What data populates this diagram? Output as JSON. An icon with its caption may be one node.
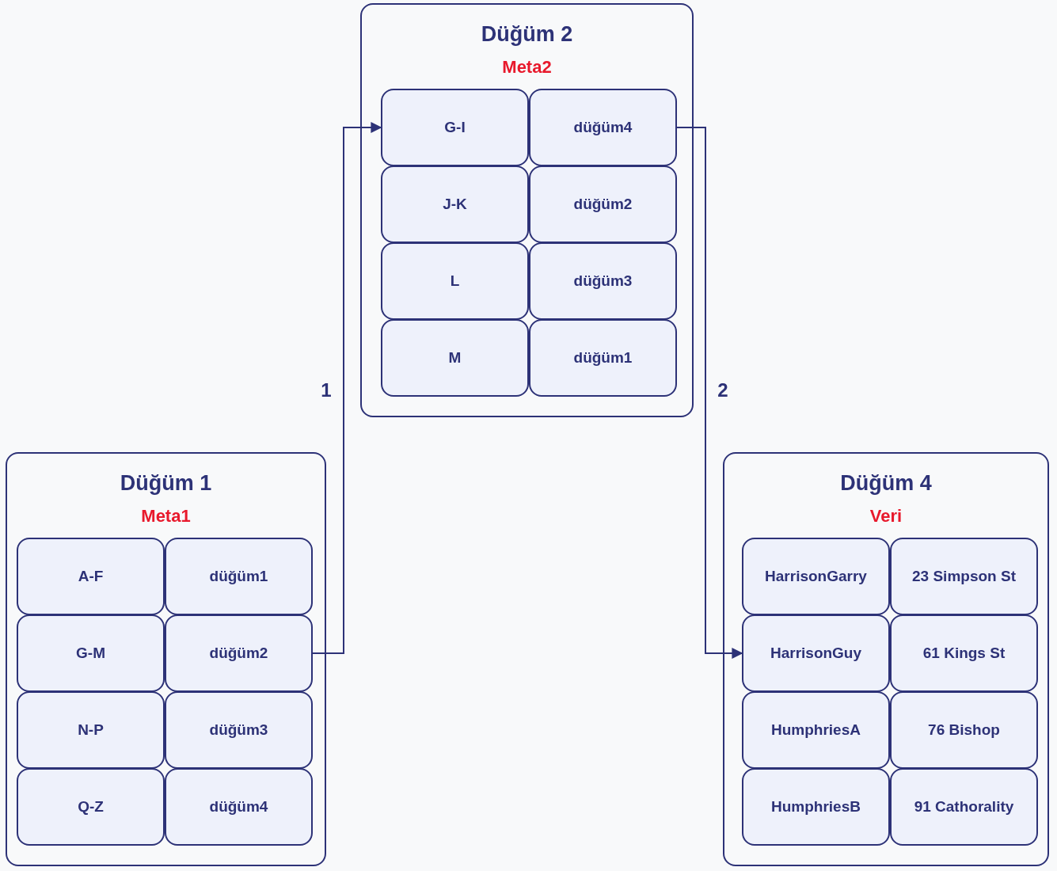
{
  "diagram": {
    "nodes": [
      {
        "text": [
          "Düğüm 2",
          "Meta2"
        ]
      },
      {
        "text": [
          "G-I"
        ],
        "in": 0
      },
      {
        "text": [
          "düğüm4"
        ],
        "in": 0
      },
      {
        "text": [
          "J-K"
        ],
        "in": 0
      },
      {
        "text": [
          "düğüm2"
        ],
        "in": 0
      },
      {
        "text": [
          "L"
        ],
        "in": 0
      },
      {
        "text": [
          "düğüm3"
        ],
        "in": 0
      },
      {
        "text": [
          "M"
        ],
        "in": 0
      },
      {
        "text": [
          "düğüm1"
        ],
        "in": 0
      },
      {
        "text": [
          "Düğüm 1",
          "Meta1"
        ]
      },
      {
        "text": [
          "A-F"
        ],
        "in": 9
      },
      {
        "text": [
          "düğüm1"
        ],
        "in": 9
      },
      {
        "text": [
          "G-M"
        ],
        "in": 9
      },
      {
        "text": [
          "düğüm2"
        ],
        "in": 9
      },
      {
        "text": [
          "N-P"
        ],
        "in": 9
      },
      {
        "text": [
          "düğüm3"
        ],
        "in": 9
      },
      {
        "text": [
          "Q-Z"
        ],
        "in": 9
      },
      {
        "text": [
          "düğüm4"
        ],
        "in": 9
      },
      {
        "text": [
          "Düğüm 4",
          "Veri"
        ]
      },
      {
        "text": [
          "HarrisonGarry"
        ],
        "in": 18
      },
      {
        "text": [
          "23 Simpson St"
        ],
        "in": 18
      },
      {
        "text": [
          "HarrisonGuy"
        ],
        "in": 18
      },
      {
        "text": [
          "61 Kings St"
        ],
        "in": 18
      },
      {
        "text": [
          "HumphriesA"
        ],
        "in": 18
      },
      {
        "text": [
          "76 Bishop"
        ],
        "in": 18
      },
      {
        "text": [
          "HumphriesB"
        ],
        "in": 18
      },
      {
        "text": [
          "91 Cathorality"
        ],
        "in": 18
      }
    ],
    "edges": [
      {
        "from": 13,
        "to": 1,
        "arrow": "to",
        "label": "1"
      },
      {
        "from": 2,
        "to": 21,
        "arrow": "to",
        "label": "2"
      }
    ]
  }
}
